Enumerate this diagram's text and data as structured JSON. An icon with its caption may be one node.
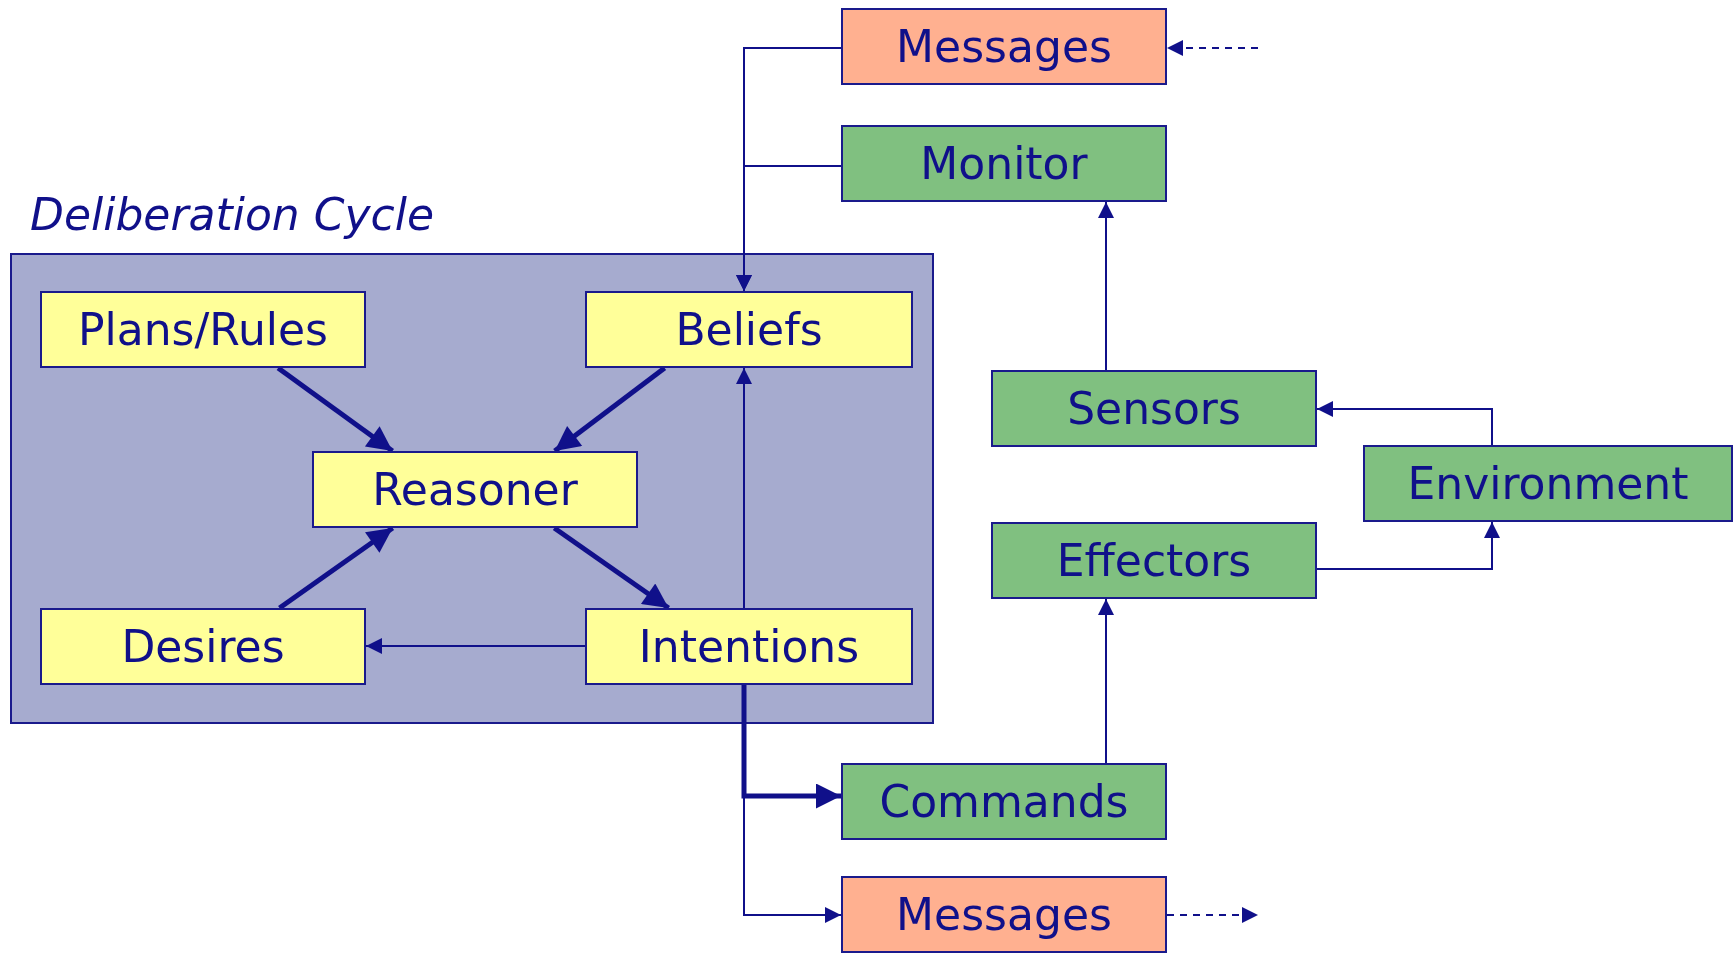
{
  "diagram": {
    "nodes": [
      {
        "text": [
          "Deliberation Cycle"
        ]
      },
      {
        "text": [
          "Plans/Rules"
        ],
        "in": 0
      },
      {
        "text": [
          "Beliefs"
        ],
        "in": 0
      },
      {
        "text": [
          "Reasoner"
        ],
        "in": 0
      },
      {
        "text": [
          "Desires"
        ],
        "in": 0
      },
      {
        "text": [
          "Intentions"
        ],
        "in": 0
      },
      {
        "text": [
          "Messages"
        ]
      },
      {
        "text": [
          "Monitor"
        ]
      },
      {
        "text": [
          "Sensors"
        ]
      },
      {
        "text": [
          "Environment"
        ]
      },
      {
        "text": [
          "Effectors"
        ]
      },
      {
        "text": [
          "Commands"
        ]
      },
      {
        "text": [
          "Messages"
        ]
      }
    ],
    "edges": [
      {
        "from": 6,
        "to": 2,
        "arrow": "to"
      },
      {
        "from": 7,
        "to": 2,
        "arrow": "to"
      },
      {
        "from": null,
        "to": 6,
        "arrow": "to",
        "style": "dashed"
      },
      {
        "from": 8,
        "to": 7,
        "arrow": "to"
      },
      {
        "from": 9,
        "to": 8,
        "arrow": "to"
      },
      {
        "from": 10,
        "to": 9,
        "arrow": "to"
      },
      {
        "from": 11,
        "to": 10,
        "arrow": "to"
      },
      {
        "from": 5,
        "to": 11,
        "arrow": "to",
        "style": "thick"
      },
      {
        "from": 5,
        "to": 12,
        "arrow": "to"
      },
      {
        "from": 12,
        "to": null,
        "arrow": "to",
        "style": "dashed"
      },
      {
        "from": 1,
        "to": 3,
        "arrow": "to",
        "style": "thick"
      },
      {
        "from": 2,
        "to": 3,
        "arrow": "to",
        "style": "thick"
      },
      {
        "from": 4,
        "to": 3,
        "arrow": "to",
        "style": "thick"
      },
      {
        "from": 3,
        "to": 5,
        "arrow": "to",
        "style": "thick"
      },
      {
        "from": 5,
        "to": 2,
        "arrow": "to"
      },
      {
        "from": 5,
        "to": 4,
        "arrow": "to"
      }
    ]
  }
}
